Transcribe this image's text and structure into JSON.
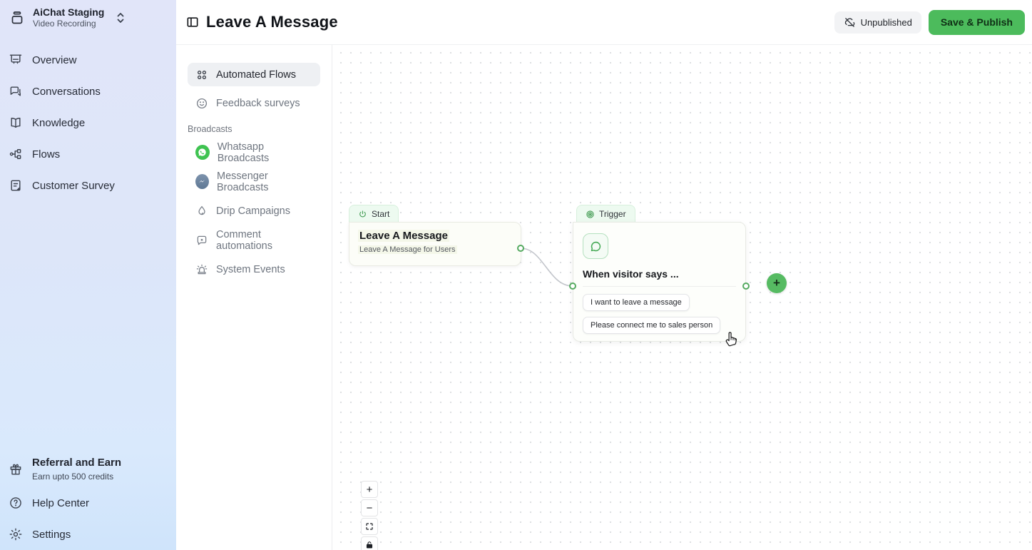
{
  "workspace": {
    "name": "AiChat Staging",
    "subtitle": "Video Recording"
  },
  "sidebar": {
    "items": [
      {
        "label": "Overview"
      },
      {
        "label": "Conversations"
      },
      {
        "label": "Knowledge"
      },
      {
        "label": "Flows"
      },
      {
        "label": "Customer Survey"
      }
    ],
    "referral": {
      "title": "Referral and Earn",
      "subtitle": "Earn upto 500 credits"
    },
    "help_label": "Help Center",
    "settings_label": "Settings"
  },
  "header": {
    "title": "Leave A Message",
    "status_badge": "Unpublished",
    "publish_button": "Save & Publish"
  },
  "flows_nav": {
    "items": [
      {
        "label": "Automated Flows",
        "active": true
      },
      {
        "label": "Feedback surveys",
        "active": false
      }
    ],
    "section_label": "Broadcasts",
    "broadcast_items": [
      {
        "label": "Whatsapp Broadcasts",
        "icon": "whatsapp-icon"
      },
      {
        "label": "Messenger Broadcasts",
        "icon": "messenger-icon"
      },
      {
        "label": "Drip Campaigns",
        "icon": "droplet-icon"
      },
      {
        "label": "Comment automations",
        "icon": "comment-icon"
      },
      {
        "label": "System Events",
        "icon": "siren-icon"
      }
    ]
  },
  "canvas": {
    "start_node": {
      "tab_label": "Start",
      "title": "Leave A Message",
      "subtitle": "Leave A Message for Users"
    },
    "trigger_node": {
      "tab_label": "Trigger",
      "title": "When visitor says ...",
      "keywords": [
        "I want to leave a message",
        "Please connect me to sales person"
      ]
    },
    "add_button_label": "+",
    "controls": {
      "zoom_in": "+",
      "zoom_out": "−"
    }
  },
  "colors": {
    "accent_green": "#4cbb5c",
    "node_green": "#55aa60",
    "whatsapp_green": "#3fc351",
    "messenger_blue": "#6b87a8",
    "sidebar_top": "#e1e5f9",
    "sidebar_bottom": "#cfe4fb",
    "status_pill_bg": "#f2f3f5"
  }
}
